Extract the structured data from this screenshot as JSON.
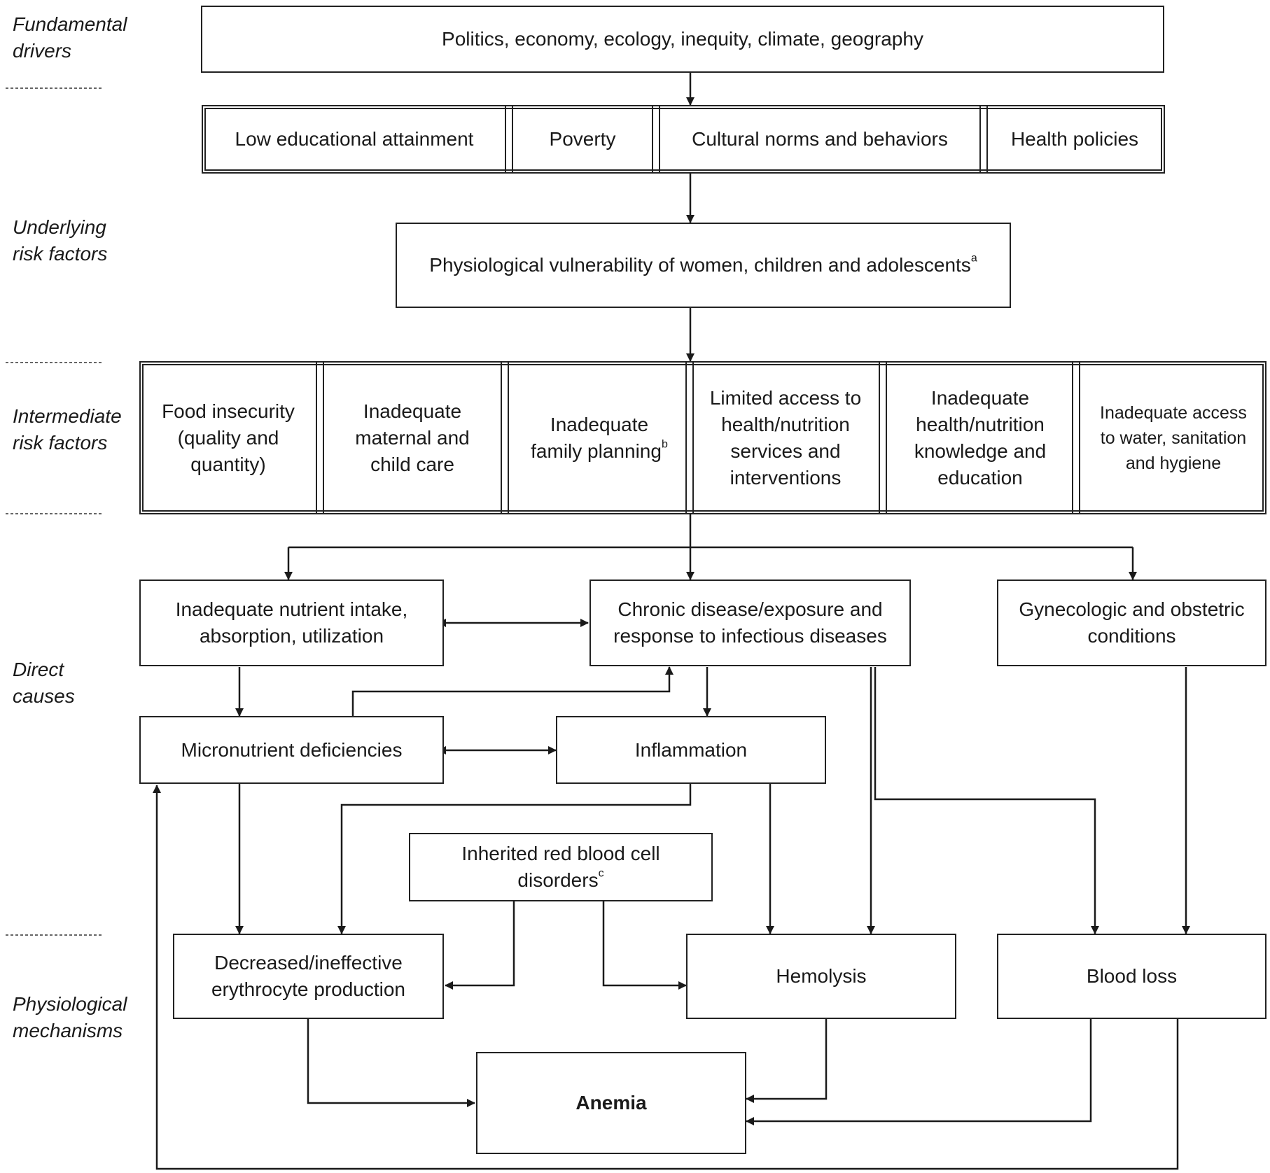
{
  "levels": {
    "fundamental": "Fundamental\ndrivers",
    "underlying": "Underlying\nrisk factors",
    "intermediate": "Intermediate\nrisk factors",
    "direct": "Direct\ncauses",
    "physiological": "Physiological\nmechanisms"
  },
  "drivers": "Politics, economy, ecology, inequity, climate, geography",
  "underlying": {
    "items": [
      "Low educational attainment",
      "Poverty",
      "Cultural norms and behaviors",
      "Health policies"
    ],
    "vulnerability": "Physiological vulnerability of women, children and adolescents",
    "vulnerability_sup": "a"
  },
  "intermediate": {
    "items": [
      "Food insecurity\n(quality and\nquantity)",
      "Inadequate\nmaternal and\nchild care",
      "Inadequate\nfamily planning",
      "Limited access to\nhealth/nutrition\nservices and\ninterventions",
      "Inadequate\nhealth/nutrition\nknowledge and\neducation",
      "Inadequate access\nto water, sanitation\nand hygiene"
    ],
    "family_planning_sup": "b"
  },
  "direct": {
    "nutrient": "Inadequate nutrient intake,\nabsorption, utilization",
    "chronic": "Chronic disease/exposure and\nresponse to infectious diseases",
    "gyne": "Gynecologic and obstetric\nconditions",
    "micronutrient": "Micronutrient deficiencies",
    "inflammation": "Inflammation",
    "inherited": "Inherited red blood cell\ndisorders",
    "inherited_sup": "c"
  },
  "mechanisms": {
    "erythro": "Decreased/ineffective\nerythrocyte production",
    "hemolysis": "Hemolysis",
    "blood_loss": "Blood loss",
    "anemia": "Anemia"
  }
}
